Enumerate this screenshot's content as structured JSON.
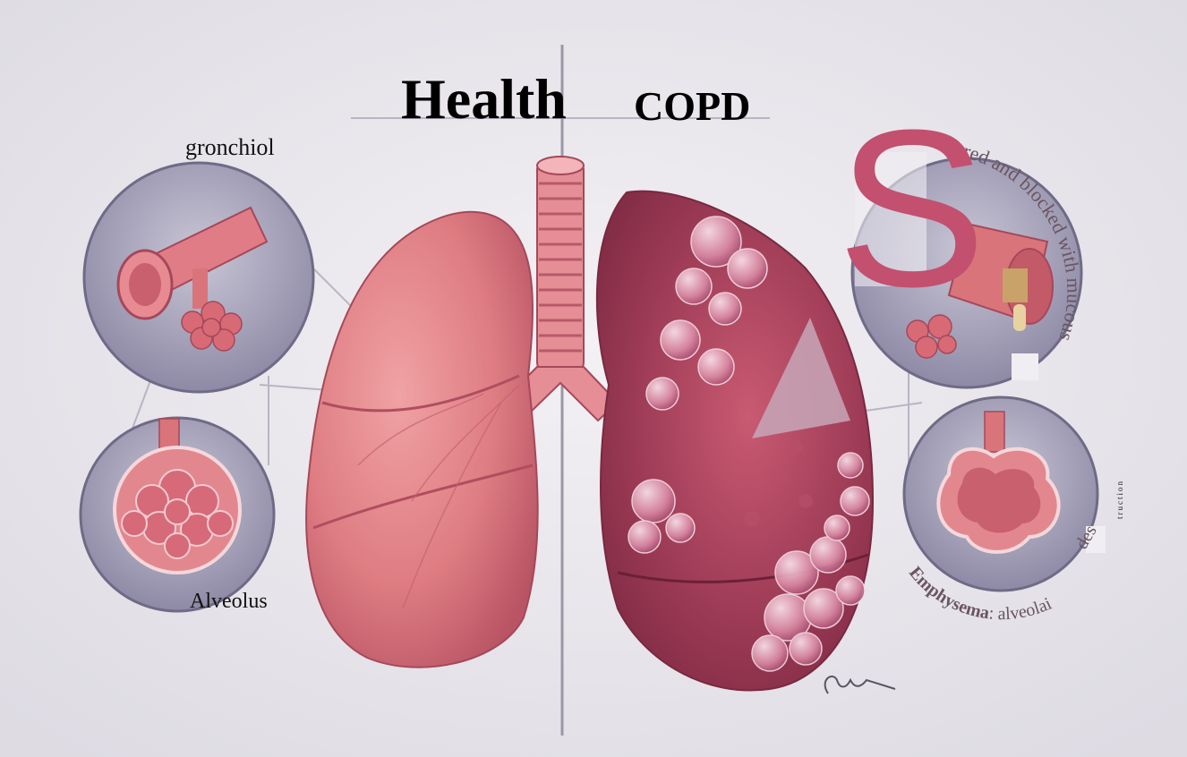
{
  "titles": {
    "left": "Health",
    "right": "COPD"
  },
  "labels": {
    "bronchiole": "gronchiol",
    "alveolus": "Alveolus",
    "vertical_small": "truction",
    "big_letter": "S"
  },
  "arc_labels": {
    "top_right": "red and blocked with mucous",
    "bottom_right_bold": "Emphysema",
    "bottom_right_rest": ": alveolai",
    "bottom_right_tail": "des"
  },
  "colors": {
    "background": "#e9e7ec",
    "tissue": "#d9747a",
    "tissue_dark": "#a8445a",
    "accent": "#c2506e"
  }
}
